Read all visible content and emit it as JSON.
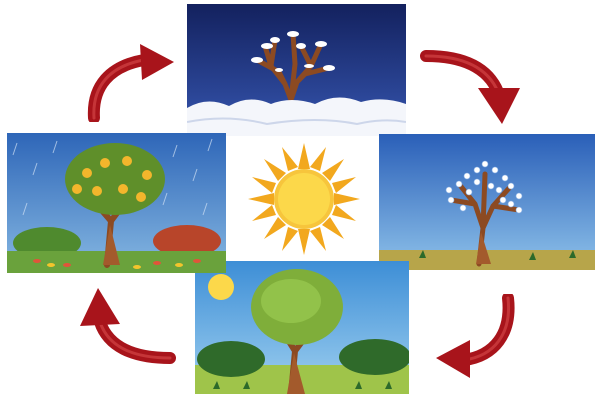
{
  "diagram": {
    "kind": "season-cycle",
    "stages": [
      {
        "id": "winter",
        "icon": "snowy-bare-tree",
        "position": "top"
      },
      {
        "id": "spring",
        "icon": "blossoming-tree",
        "position": "right"
      },
      {
        "id": "summer",
        "icon": "leafy-green-tree",
        "position": "bottom"
      },
      {
        "id": "autumn",
        "icon": "fruit-tree-in-rain",
        "position": "left"
      }
    ],
    "center_icon": "sun-icon",
    "flow_direction": "clockwise",
    "arrow_color": "#a8141b",
    "colors": {
      "winter_sky": "#1c2f7a",
      "spring_sky": "#2f67bd",
      "summer_sky": "#4da0de",
      "autumn_sky": "#3d77c7",
      "sun": "#fcd84a",
      "trunk": "#a35a2c"
    }
  }
}
